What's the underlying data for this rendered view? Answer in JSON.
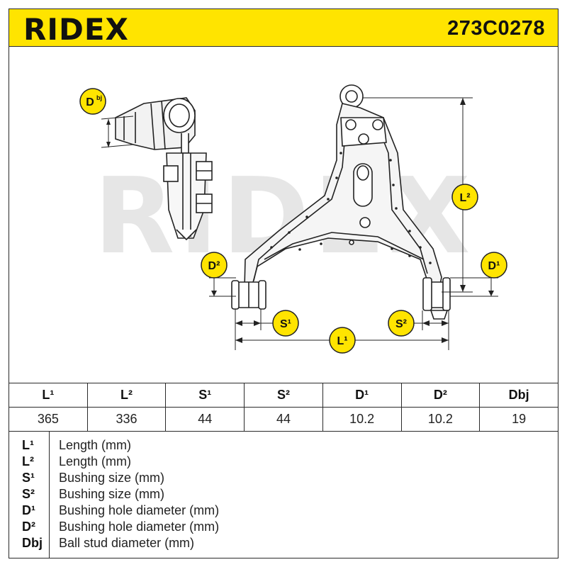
{
  "header": {
    "brand": "RIDEX",
    "part_number": "273C0278"
  },
  "drawing": {
    "watermark": "RIDEX",
    "labels": {
      "dbj": "Dbj",
      "l2": "L²",
      "d1": "D¹",
      "d2": "D²",
      "s1": "S¹",
      "s2": "S²",
      "l1": "L¹"
    }
  },
  "spec_table": {
    "headers": [
      "L¹",
      "L²",
      "S¹",
      "S²",
      "D¹",
      "D²",
      "Dbj"
    ],
    "values": [
      "365",
      "336",
      "44",
      "44",
      "10.2",
      "10.2",
      "19"
    ]
  },
  "legend": [
    {
      "symbol": "L¹",
      "description": "Length (mm)"
    },
    {
      "symbol": "L²",
      "description": "Length (mm)"
    },
    {
      "symbol": "S¹",
      "description": "Bushing size (mm)"
    },
    {
      "symbol": "S²",
      "description": "Bushing size (mm)"
    },
    {
      "symbol": "D¹",
      "description": "Bushing hole diameter (mm)"
    },
    {
      "symbol": "D²",
      "description": "Bushing hole diameter (mm)"
    },
    {
      "symbol": "Dbj",
      "description": "Ball stud diameter (mm)"
    }
  ],
  "colors": {
    "accent": "#ffe400",
    "line": "#2a2a2a",
    "watermark": "#e6e6e6"
  }
}
